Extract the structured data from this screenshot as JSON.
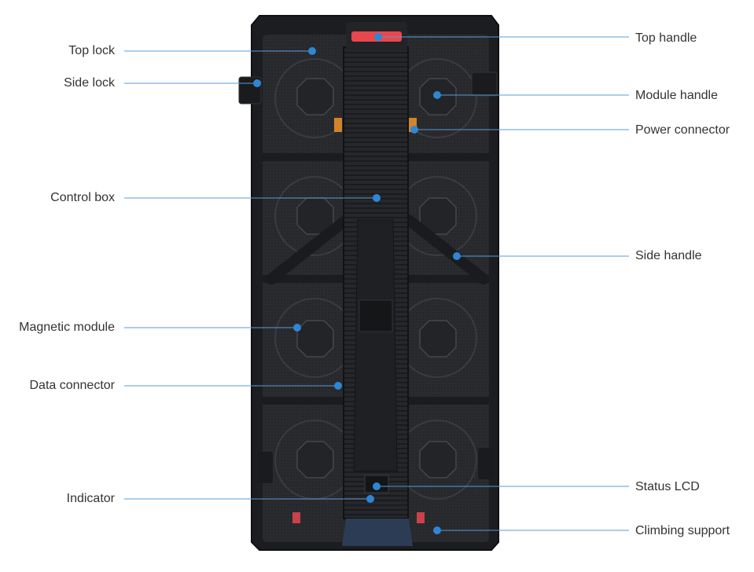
{
  "diagram": {
    "left_labels": [
      {
        "id": "top-lock",
        "text": "Top lock"
      },
      {
        "id": "side-lock",
        "text": "Side lock"
      },
      {
        "id": "control-box",
        "text": "Control box"
      },
      {
        "id": "magnetic-module",
        "text": "Magnetic module"
      },
      {
        "id": "data-connector",
        "text": "Data connector"
      },
      {
        "id": "indicator",
        "text": "Indicator"
      }
    ],
    "right_labels": [
      {
        "id": "top-handle",
        "text": "Top handle"
      },
      {
        "id": "module-handle",
        "text": "Module handle"
      },
      {
        "id": "power-connector",
        "text": "Power connector"
      },
      {
        "id": "side-handle",
        "text": "Side handle"
      },
      {
        "id": "status-lcd",
        "text": "Status LCD"
      },
      {
        "id": "climbing-support",
        "text": "Climbing support"
      }
    ],
    "colors": {
      "leader_line": "#5b9bd5",
      "dot": "#2e86d4",
      "cabinet_dark": "#1c1d20",
      "cabinet_mid": "#2b2c30",
      "handle_red": "#e8474c",
      "label_text": "#333333"
    }
  }
}
